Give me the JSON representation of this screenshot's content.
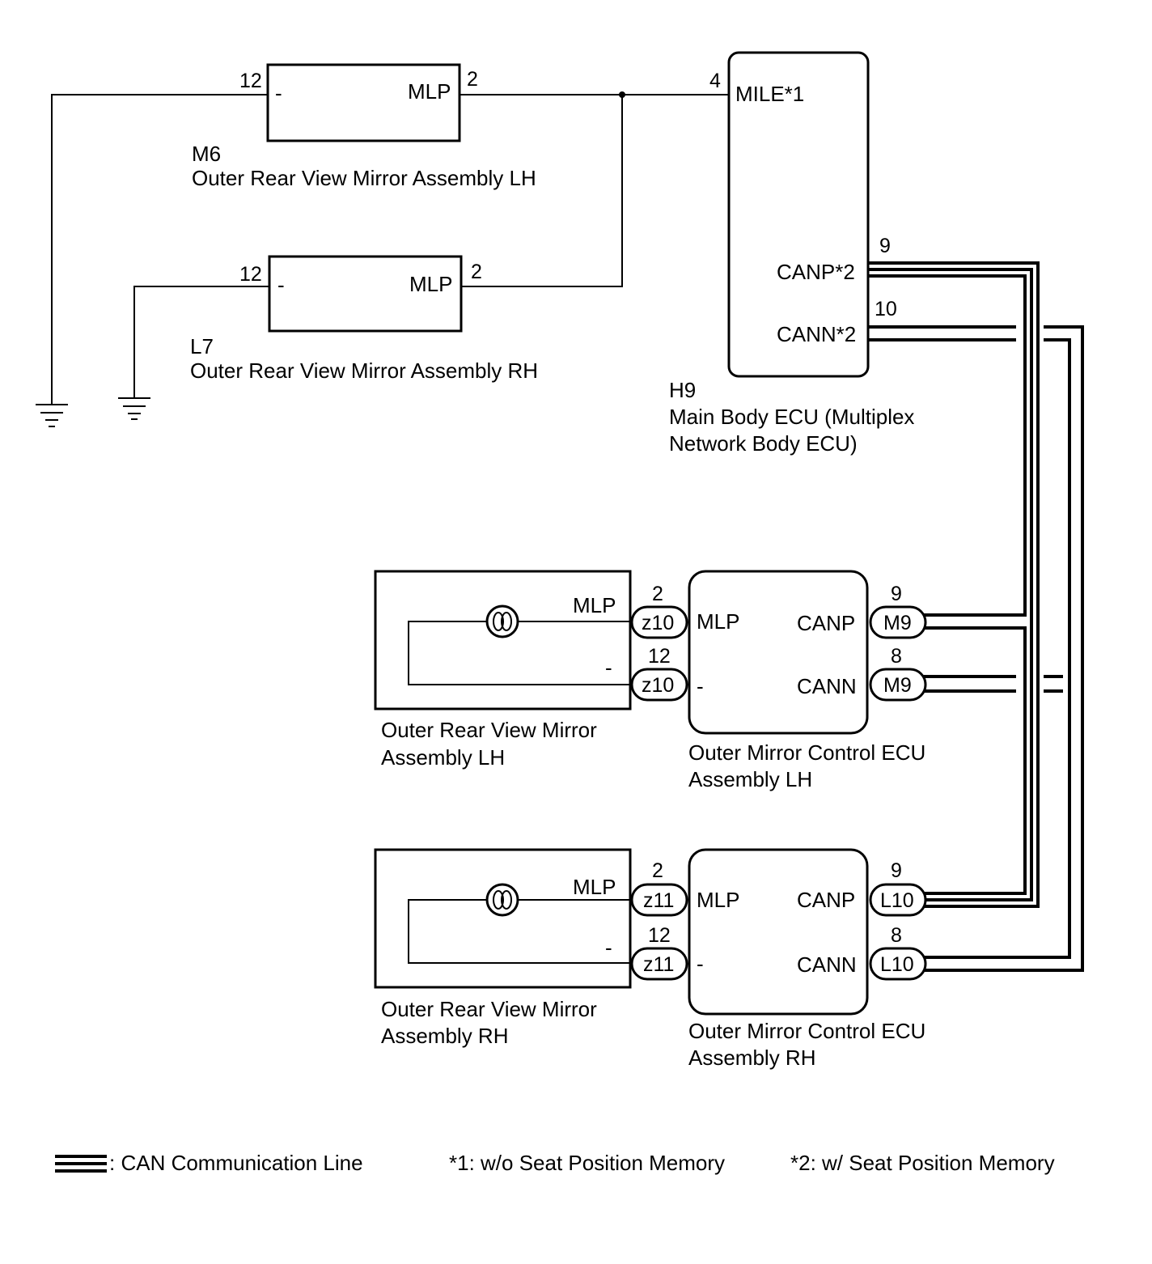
{
  "components": {
    "m6": {
      "code": "M6",
      "name": "Outer Rear View Mirror Assembly LH",
      "left_term": "-",
      "right_term": "MLP",
      "left_pin": "12",
      "right_pin": "2"
    },
    "l7": {
      "code": "L7",
      "name": "Outer Rear View Mirror Assembly RH",
      "left_term": "-",
      "right_term": "MLP",
      "left_pin": "12",
      "right_pin": "2"
    },
    "h9": {
      "code": "H9",
      "name_line1": "Main Body ECU (Multiplex",
      "name_line2": "Network Body ECU)",
      "mile_term": "MILE*1",
      "mile_pin": "4",
      "canp_term": "CANP*2",
      "canp_pin": "9",
      "cann_term": "CANN*2",
      "cann_pin": "10"
    },
    "mirror_lh": {
      "mlp": "MLP",
      "minus": "-",
      "name_line1": "Outer Rear View Mirror",
      "name_line2": "Assembly LH"
    },
    "mirror_rh": {
      "mlp": "MLP",
      "minus": "-",
      "name_line1": "Outer Rear View Mirror",
      "name_line2": "Assembly RH"
    },
    "ecu_lh": {
      "mlp": "MLP",
      "minus": "-",
      "canp": "CANP",
      "cann": "CANN",
      "name_line1": "Outer Mirror Control ECU",
      "name_line2": "Assembly LH",
      "left_conn": "z10",
      "left_pin_top": "2",
      "left_pin_bottom": "12",
      "right_conn": "M9",
      "right_pin_top": "9",
      "right_pin_bottom": "8"
    },
    "ecu_rh": {
      "mlp": "MLP",
      "minus": "-",
      "canp": "CANP",
      "cann": "CANN",
      "name_line1": "Outer Mirror Control ECU",
      "name_line2": "Assembly RH",
      "left_conn": "z11",
      "left_pin_top": "2",
      "left_pin_bottom": "12",
      "right_conn": "L10",
      "right_pin_top": "9",
      "right_pin_bottom": "8"
    }
  },
  "legend": {
    "can_line": ": CAN Communication Line",
    "note1": "*1: w/o Seat Position Memory",
    "note2": "*2: w/ Seat Position Memory"
  }
}
